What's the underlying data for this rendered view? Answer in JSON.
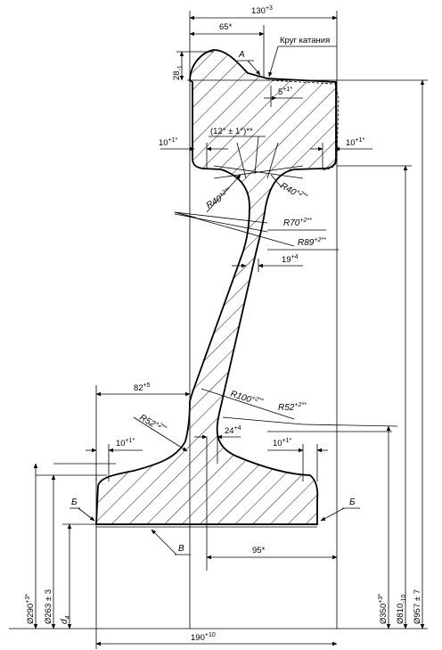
{
  "dimensions": {
    "top_width": "130",
    "top_width_tol": "+3",
    "half_width": "65*",
    "head_height": "28",
    "head_height_tol": "-1",
    "label_A": "A",
    "rolling_circle": "Круг катания",
    "offset_5": "5",
    "offset_5_tol": "+1*",
    "angle": "(12° ± 1°)**",
    "left_10": "10",
    "left_10_tol": "+1*",
    "right_10": "10",
    "right_10_tol": "+1*",
    "r40_left": "R40",
    "r40_left_tol": "+2**",
    "r40_right": "R40",
    "r40_right_tol": "+2**",
    "r70": "R70",
    "r70_tol": "+2**",
    "r89": "R89",
    "r89_tol": "+2**",
    "web_19": "19",
    "web_19_tol": "+4",
    "dim_82": "82",
    "dim_82_tol": "+5",
    "r100": "R100",
    "r100_tol": "+2**",
    "r52_right": "R52",
    "r52_right_tol": "+2**",
    "r52_left": "R52",
    "r52_left_tol": "+2**",
    "web_24": "24",
    "web_24_tol": "+4",
    "base_left_10": "10",
    "base_left_10_tol": "+1*",
    "base_right_10": "10",
    "base_right_10_tol": "+1*",
    "label_B_left": "Б",
    "label_B_right": "Б",
    "label_V": "В",
    "dim_95": "95*",
    "bottom_width": "190",
    "bottom_width_tol": "+10",
    "d290": "Ø290",
    "d290_tol": "+3*",
    "d263": "Ø263 ± 3",
    "d4": "d",
    "d4_sub": "4",
    "d350": "Ø350",
    "d350_tol": "+3*",
    "d810": "Ø810",
    "d810_sub": "-10",
    "d957": "Ø957 ± 7"
  }
}
